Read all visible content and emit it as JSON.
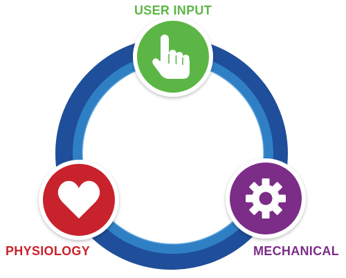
{
  "nodes": {
    "user_input": {
      "label": "USER INPUT",
      "icon": "pointing-hand-icon",
      "color": "#5cb646"
    },
    "physiology": {
      "label": "PHYSIOLOGY",
      "icon": "heart-icon",
      "color": "#c8222c"
    },
    "mechanical": {
      "label": "MECHANICAL",
      "icon": "gear-icon",
      "color": "#7b2d87"
    }
  },
  "cycle_ring": {
    "outer_color": "#1f4e9a",
    "inner_color": "#2f7fc5"
  },
  "label_colors": {
    "user_input": "#5cb646",
    "physiology": "#c8222c",
    "mechanical": "#7b2d87"
  }
}
